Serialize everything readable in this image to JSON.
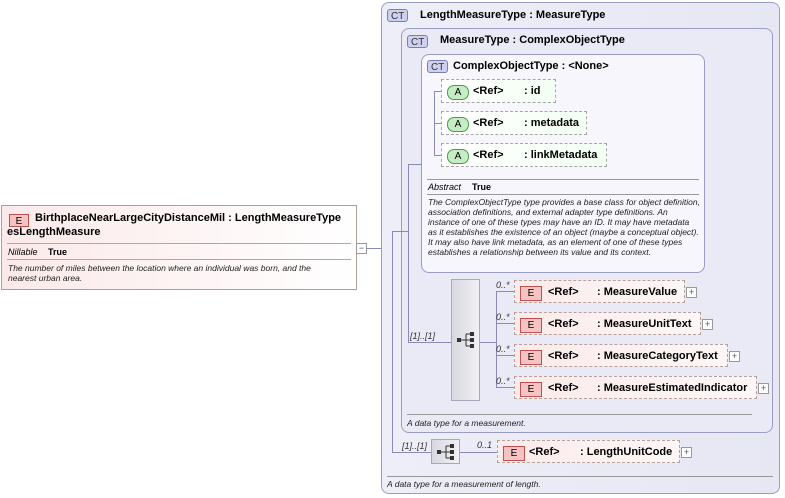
{
  "main_element": {
    "badge": "E",
    "title_line1": "BirthplaceNearLargeCityDistanceMil : LengthMeasureType",
    "title_line2": "esLengthMeasure",
    "nillable_label": "Nillable",
    "nillable_value": "True",
    "description": "The number of miles between the location where an individual was born, and the nearest urban area."
  },
  "length_measure_type": {
    "badge": "CT",
    "title": "LengthMeasureType : MeasureType",
    "description": "A data type for a measurement of length.",
    "sequence_cardinality": "[1]..[1]",
    "unit_code": {
      "badge": "E",
      "ref": "<Ref>",
      "name": ": LengthUnitCode",
      "mult": "0..1"
    }
  },
  "measure_type": {
    "badge": "CT",
    "title": "MeasureType : ComplexObjectType",
    "description": "A data type for a measurement.",
    "sequence_cardinality": "[1]..[1]",
    "elements": [
      {
        "badge": "E",
        "ref": "<Ref>",
        "name": ": MeasureValue",
        "mult": "0..*"
      },
      {
        "badge": "E",
        "ref": "<Ref>",
        "name": ": MeasureUnitText",
        "mult": "0..*"
      },
      {
        "badge": "E",
        "ref": "<Ref>",
        "name": ": MeasureCategoryText",
        "mult": "0..*"
      },
      {
        "badge": "E",
        "ref": "<Ref>",
        "name": ": MeasureEstimatedIndicator",
        "mult": "0..*"
      }
    ]
  },
  "complex_object_type": {
    "badge": "CT",
    "title": "ComplexObjectType : <None>",
    "attributes": [
      {
        "badge": "A",
        "ref": "<Ref>",
        "name": ": id"
      },
      {
        "badge": "A",
        "ref": "<Ref>",
        "name": ": metadata"
      },
      {
        "badge": "A",
        "ref": "<Ref>",
        "name": ": linkMetadata"
      }
    ],
    "abstract_label": "Abstract",
    "abstract_value": "True",
    "description": "The ComplexObjectType type provides a base class for object definition, association definitions, and external adapter type definitions. An instance of one of these types may have an ID. It may have metadata as it establishes the existence of an object (maybe a conceptual object). It may also have link metadata, as an element of one of these types establishes a relationship between its value and its context."
  },
  "icons": {
    "collapse": "minus-icon",
    "expand": "plus-icon",
    "sequence": "sequence-icon"
  }
}
